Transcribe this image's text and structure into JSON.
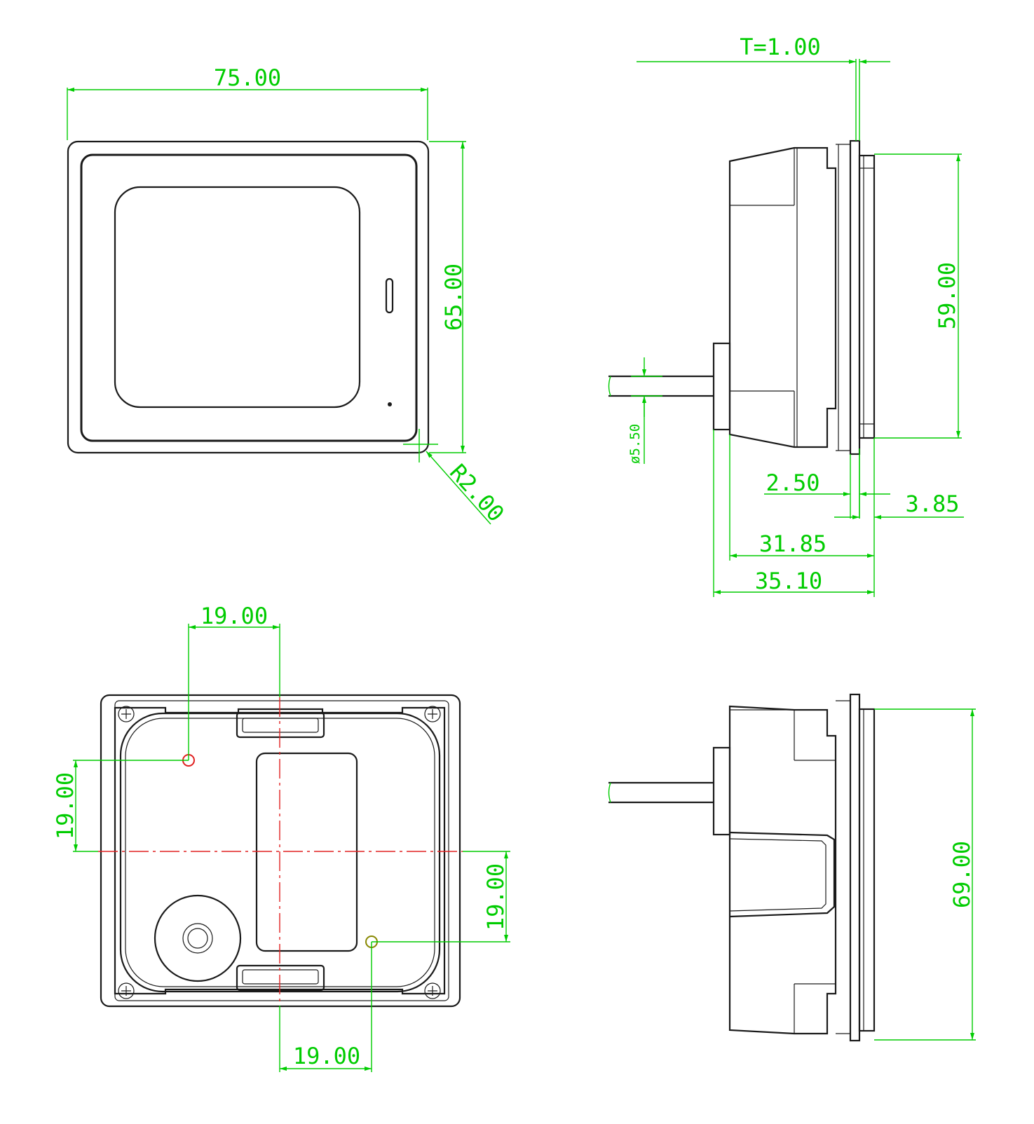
{
  "dimensions": {
    "front_width": "75.00",
    "front_height": "65.00",
    "corner_radius": "R2.00",
    "thickness": "T=1.00",
    "side_height": "59.00",
    "cable_diameter": "ø5.50",
    "flange_offset": "2.50",
    "panel_depth": "3.85",
    "body_depth": "31.85",
    "total_depth": "35.10",
    "back_top_offset": "19.00",
    "back_left_offset": "19.00",
    "back_right_offset": "19.00",
    "back_bottom_offset": "19.00",
    "bottom_side_height": "69.00"
  },
  "colors": {
    "outline": "#1a1a1a",
    "dimension": "#00cc00",
    "centerline": "#e02020"
  }
}
